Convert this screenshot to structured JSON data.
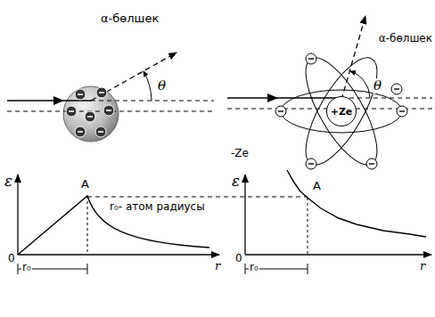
{
  "diagram": {
    "nodes": [
      {
        "text": [
          "+Ze"
        ]
      }
    ],
    "labels": [
      "α-бөлшек",
      "θ",
      "α-бөлшек",
      "θ",
      "-Ze",
      "ε",
      "A",
      "r₀- атом радиусы",
      "0",
      "r",
      "r₀",
      "ε",
      "A",
      "0",
      "r",
      "r₀"
    ]
  }
}
